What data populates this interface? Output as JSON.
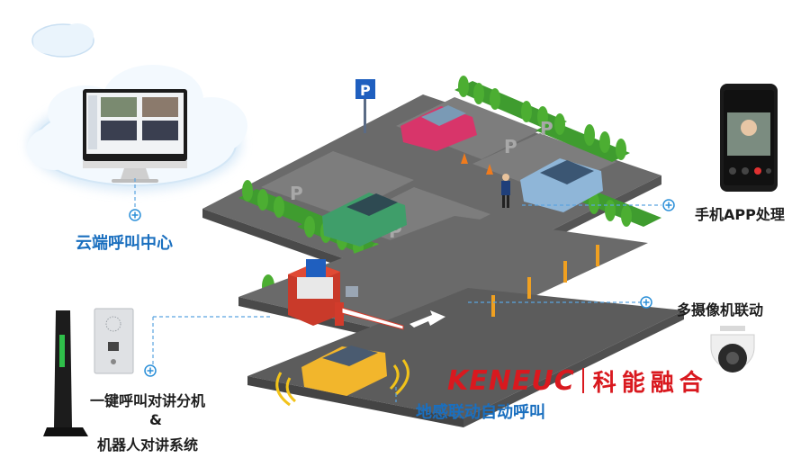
{
  "labels": {
    "cloud_center": "云端呼叫中心",
    "phone_app": "手机APP处理",
    "multi_camera": "多摄像机联动",
    "ground_sensor": "地感联动自动呼叫",
    "intercom_line1": "一键呼叫对讲分机",
    "intercom_amp": "&",
    "intercom_line2": "机器人对讲系统"
  },
  "brand": {
    "latin": "KENEUC",
    "chinese": "科能融合"
  },
  "parking_signs": [
    "P",
    "P",
    "P",
    "P",
    "P",
    "P"
  ],
  "colors": {
    "label_blue": "#1a6fbf",
    "brand_red": "#d9191f",
    "road_gray": "#5c5c5c",
    "lot_gray": "#7a7a7a",
    "grass_green": "#3f9c2f"
  },
  "icons": [
    "cloud-icon",
    "monitor-icon",
    "smartphone-icon",
    "ptz-camera-icon",
    "intercom-panel-icon",
    "intercom-tower-icon",
    "barrier-gate-icon",
    "parking-sign-icon",
    "plus-icon"
  ]
}
